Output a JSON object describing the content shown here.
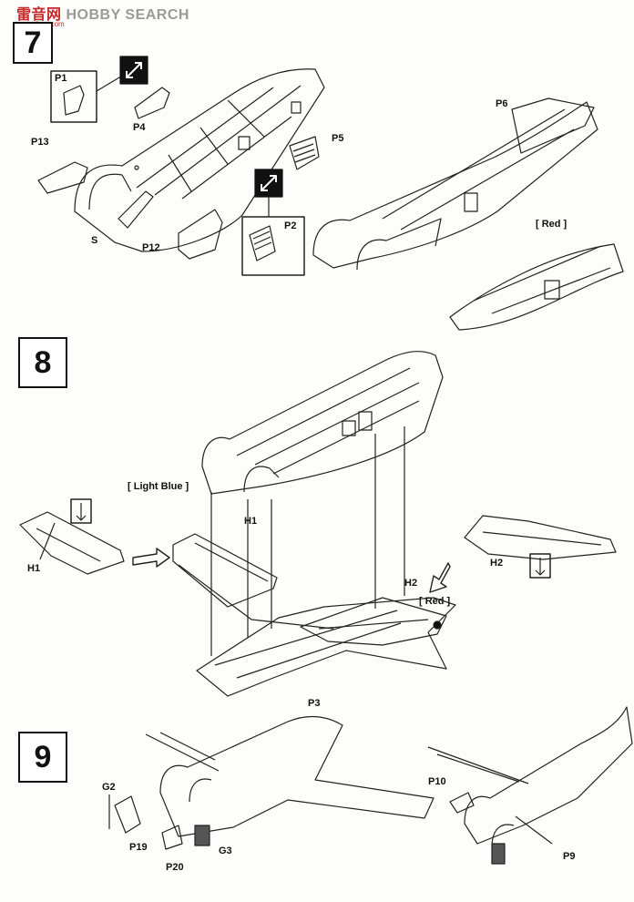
{
  "watermark": {
    "brand_cn": "雷音网",
    "brand_en": "HOBBY SEARCH",
    "url": "gao-shop.com"
  },
  "steps": [
    {
      "number": "7"
    },
    {
      "number": "8"
    },
    {
      "number": "9"
    }
  ],
  "step7": {
    "labels": {
      "p1": "P1",
      "p4": "P4",
      "p13": "P13",
      "p5": "P5",
      "s": "S",
      "p12": "P12",
      "p2": "P2",
      "p6": "P6",
      "red": "[ Red ]"
    }
  },
  "step8": {
    "labels": {
      "light_blue": "[ Light Blue ]",
      "h1_left": "H1",
      "h1_main": "H1",
      "h2_main": "H2",
      "red": "[ Red ]",
      "h2_right": "H2",
      "p3": "P3"
    }
  },
  "step9": {
    "labels": {
      "g2": "G2",
      "p19": "P19",
      "p20": "P20",
      "g3": "G3",
      "p10": "P10",
      "p9": "P9"
    }
  },
  "icons": [
    "glue-icon",
    "arrow-icon"
  ]
}
